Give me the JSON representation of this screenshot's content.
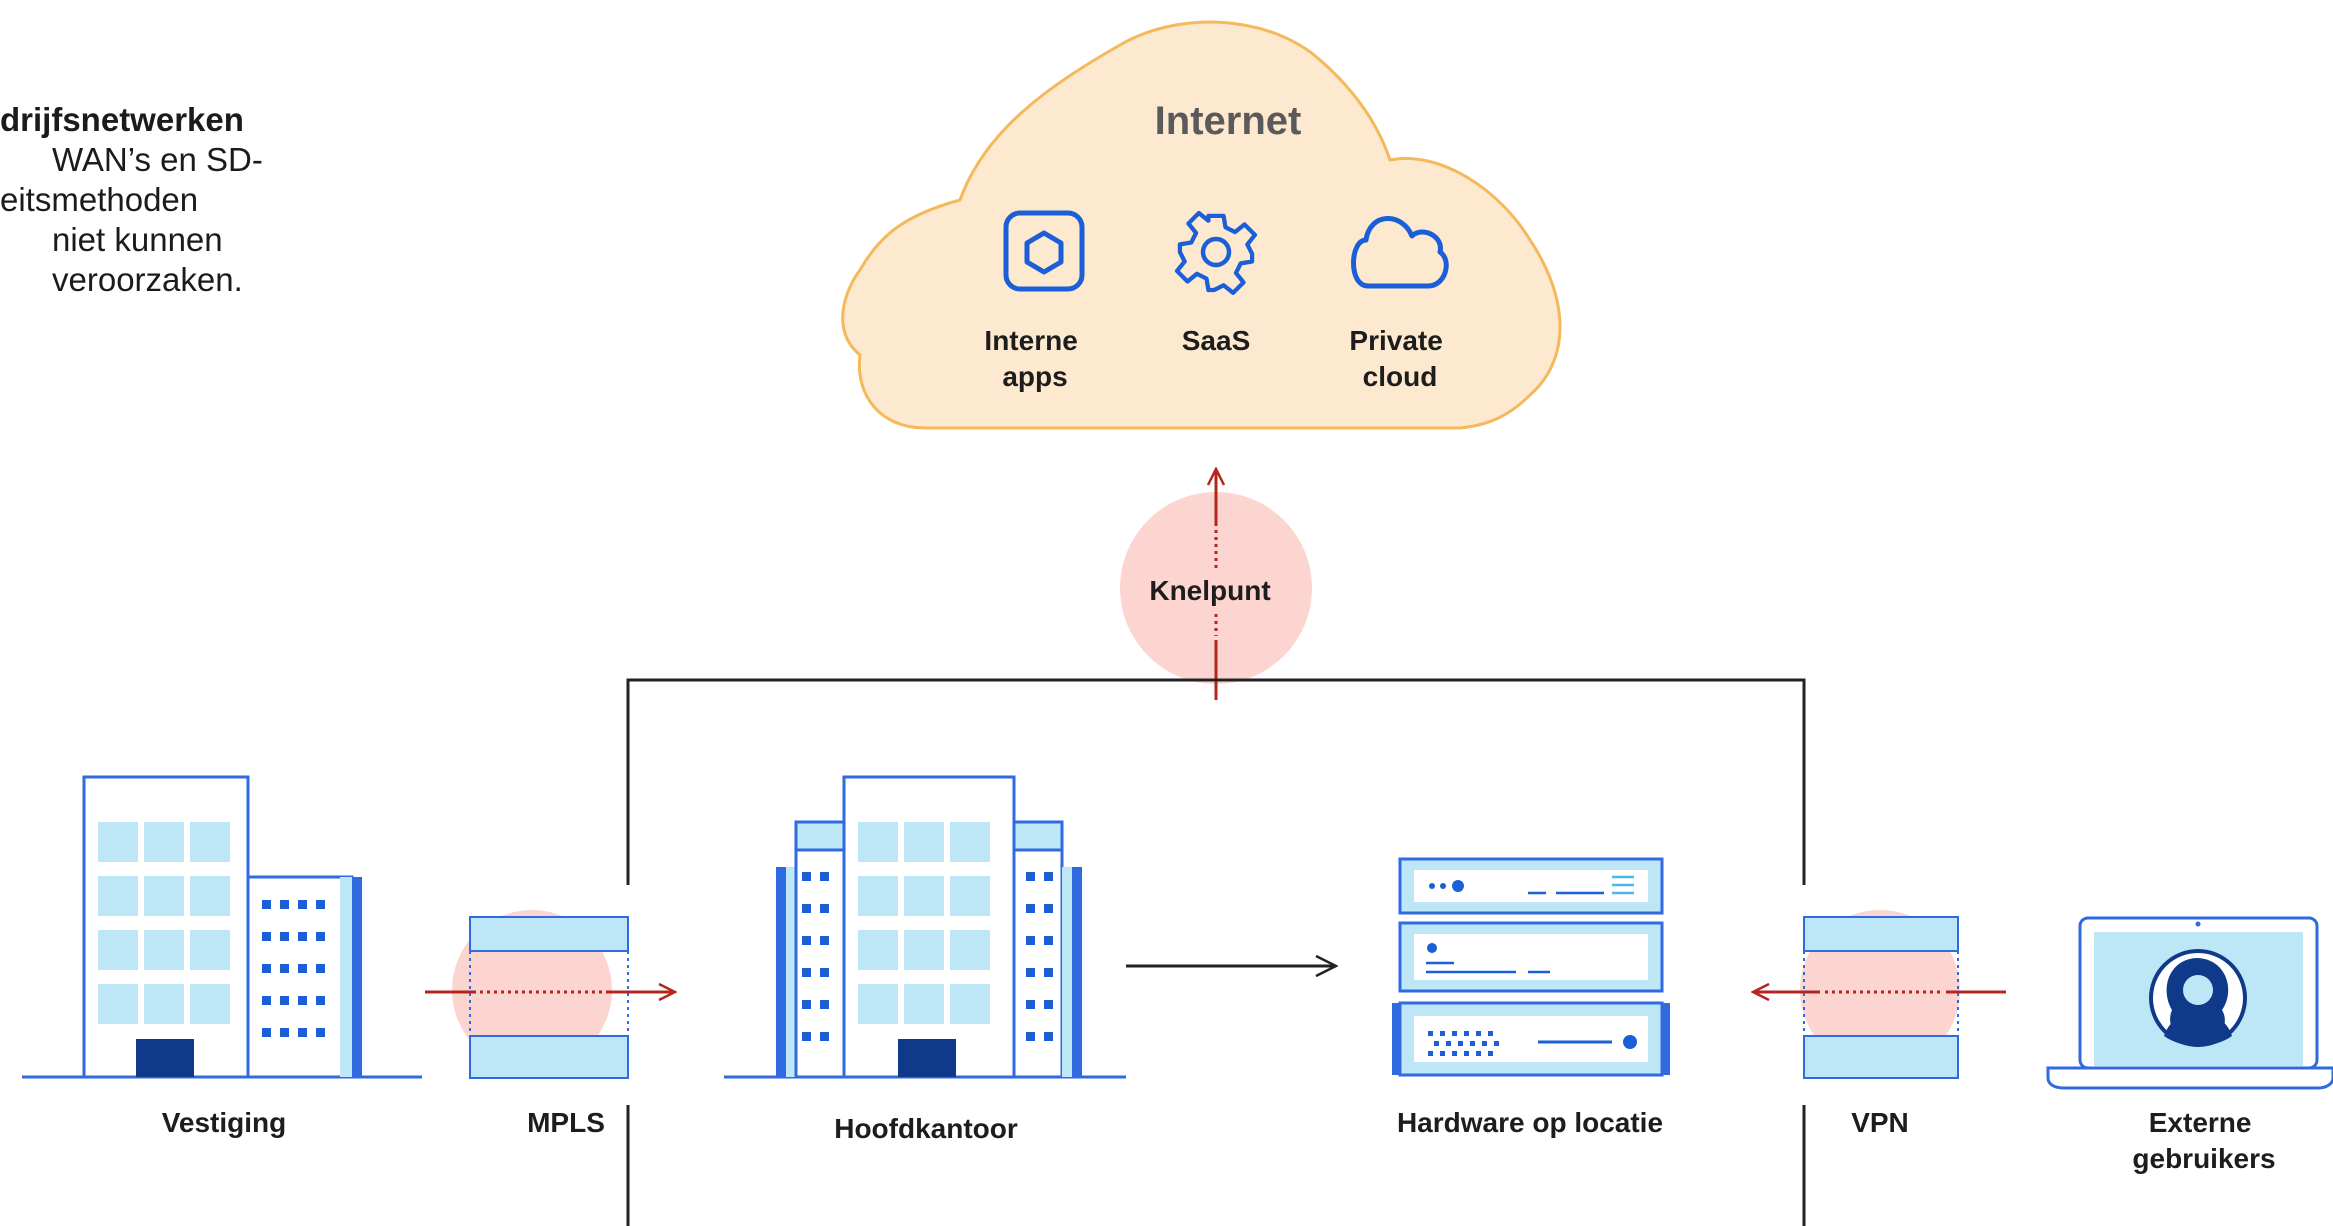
{
  "intro_text": [
    "drijfsnetwerken",
    "WAN’s en SD-",
    "eitsmethoden",
    "niet kunnen",
    "veroorzaken."
  ],
  "cloud": {
    "title": "Internet",
    "services": [
      {
        "icon": "hexagon-app-icon",
        "label": [
          "Interne",
          "apps"
        ]
      },
      {
        "icon": "gear-icon",
        "label": [
          "SaaS"
        ]
      },
      {
        "icon": "cloud-icon",
        "label": [
          "Private",
          "cloud"
        ]
      }
    ]
  },
  "bottleneck": {
    "label": "Knelpunt"
  },
  "nodes": {
    "branch": "Vestiging",
    "mpls": "MPLS",
    "headquarters": "Hoofdkantoor",
    "hardware": "Hardware op locatie",
    "vpn": "VPN",
    "external_users": [
      "Externe",
      "gebruikers"
    ]
  },
  "colors": {
    "cloud_fill": "#fde9cf",
    "cloud_stroke": "#f5b85a",
    "icon_blue": "#1a5fd8",
    "building_blue": "#2f6ae0",
    "window_light": "#bde6f6",
    "door_navy": "#0f3a8a",
    "bottleneck_pink": "#fdd5d0",
    "arrow_red": "#b3261e",
    "line_dark": "#222222"
  }
}
